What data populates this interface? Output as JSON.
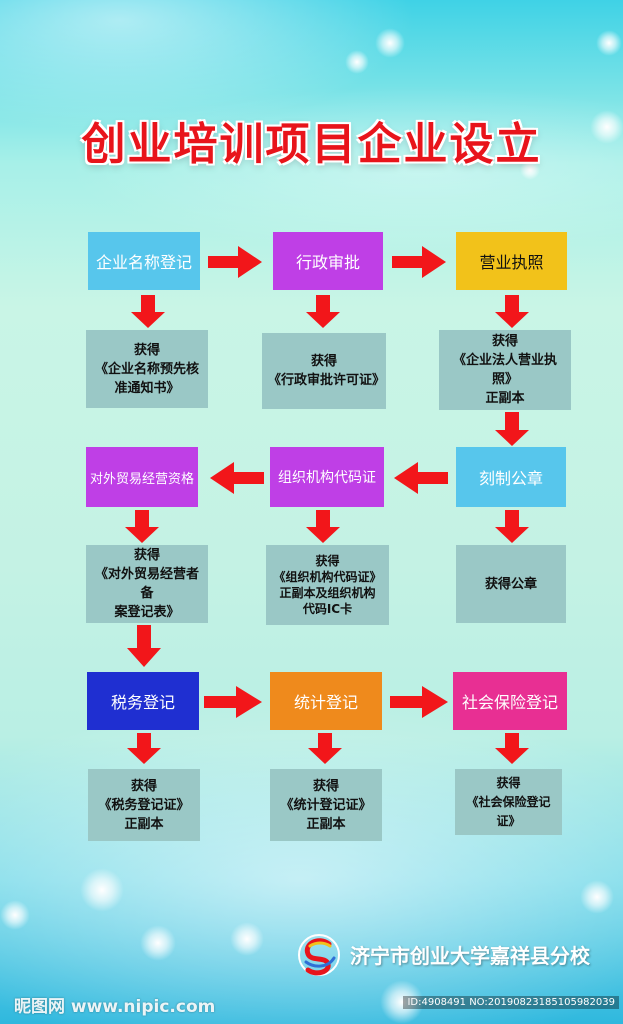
{
  "title": "创业培训项目企业设立",
  "colors": {
    "magenta": "#bf3fe6",
    "cyan": "#57c6ec",
    "yellow": "#f2c21a",
    "blue": "#1f2fd1",
    "orange": "#ef8a1c",
    "pink": "#e82f93",
    "arrow": "#f2161a"
  },
  "steps": [
    {
      "label": "企业名称登记"
    },
    {
      "label": "行政审批"
    },
    {
      "label": "营业执照"
    },
    {
      "label": "刻制公章"
    },
    {
      "label": "组织机构代码证"
    },
    {
      "label": "对外贸易经营资格"
    },
    {
      "label": "税务登记"
    },
    {
      "label": "统计登记"
    },
    {
      "label": "社会保险登记"
    }
  ],
  "results": [
    {
      "text": "获得\n《企业名称预先核\n准通知书》"
    },
    {
      "text": "获得\n《行政审批许可证》"
    },
    {
      "text": "获得\n《企业法人营业执照》\n正副本"
    },
    {
      "text": "获得公章"
    },
    {
      "text": "获得\n《组织机构代码证》\n正副本及组织机构\n代码IC卡"
    },
    {
      "text": "获得\n《对外贸易经营者备\n案登记表》"
    },
    {
      "text": "获得\n《税务登记证》\n正副本"
    },
    {
      "text": "获得\n《统计登记证》\n正副本"
    },
    {
      "text": "获得\n《社会保险登记证》"
    }
  ],
  "footer": {
    "school": "济宁市创业大学嘉祥县分校",
    "watermark_site": "昵图网 www.nipic.com",
    "watermark_id": "ID:4908491 NO:20190823185105982039"
  }
}
